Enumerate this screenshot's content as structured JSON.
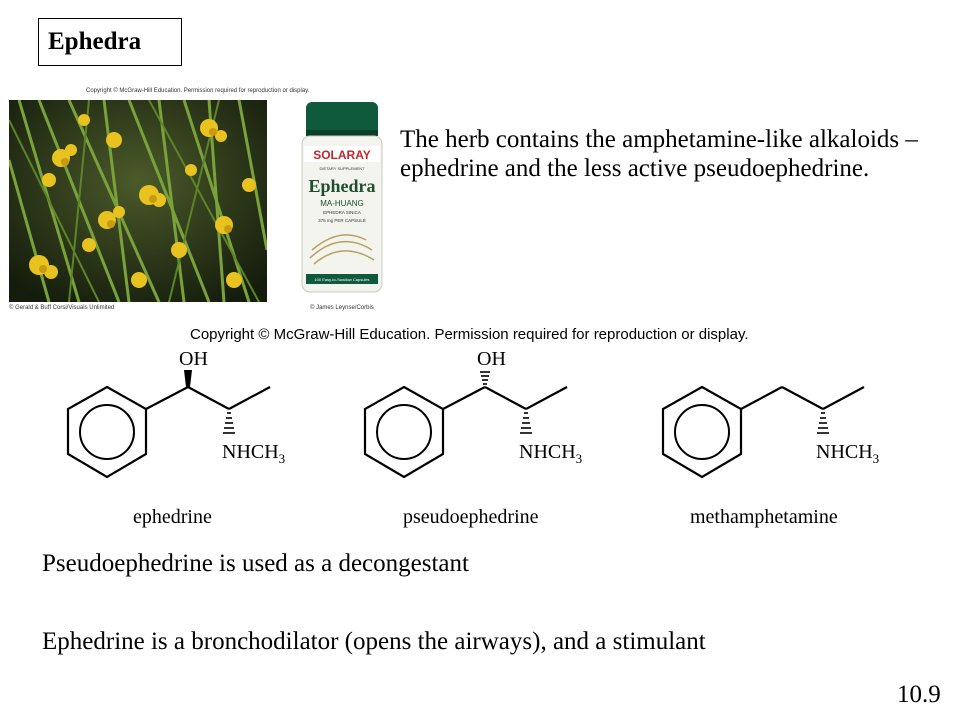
{
  "slide": {
    "title": "Ephedra",
    "number": "10.9"
  },
  "photos": {
    "top_copyright": "Copyright © McGraw-Hill Education. Permission required for reproduction or display.",
    "plant_credit": "© Gerald & Buff Corsi/Visuals Unlimited",
    "bottle_credit": "© James Leynse/Corbis",
    "bottle": {
      "brand": "SOLARAY",
      "supplement_line": "DIETARY SUPPLEMENT",
      "product": "Ephedra",
      "subtitle": "MA-HUANG",
      "latin": "EPHEDRA SINICA",
      "dose": "375 mg PER CAPSULE",
      "footer": "100 Easy-to-Swallow Capsules"
    }
  },
  "intro": {
    "text": "The herb contains the amphetamine-like alkaloids – ephedrine and the less active pseudoephedrine."
  },
  "structures_section": {
    "copyright": "Copyright © McGraw-Hill Education. Permission required for reproduction or display.",
    "hydroxyl": "OH",
    "amine": "NHCH",
    "amine_subscript": "3",
    "molecules": [
      {
        "label": "ephedrine"
      },
      {
        "label": "pseudoephedrine"
      },
      {
        "label": "methamphetamine"
      }
    ]
  },
  "facts": [
    "Pseudoephedrine is used as a decongestant",
    "Ephedrine is a bronchodilator (opens the airways), and a stimulant"
  ]
}
